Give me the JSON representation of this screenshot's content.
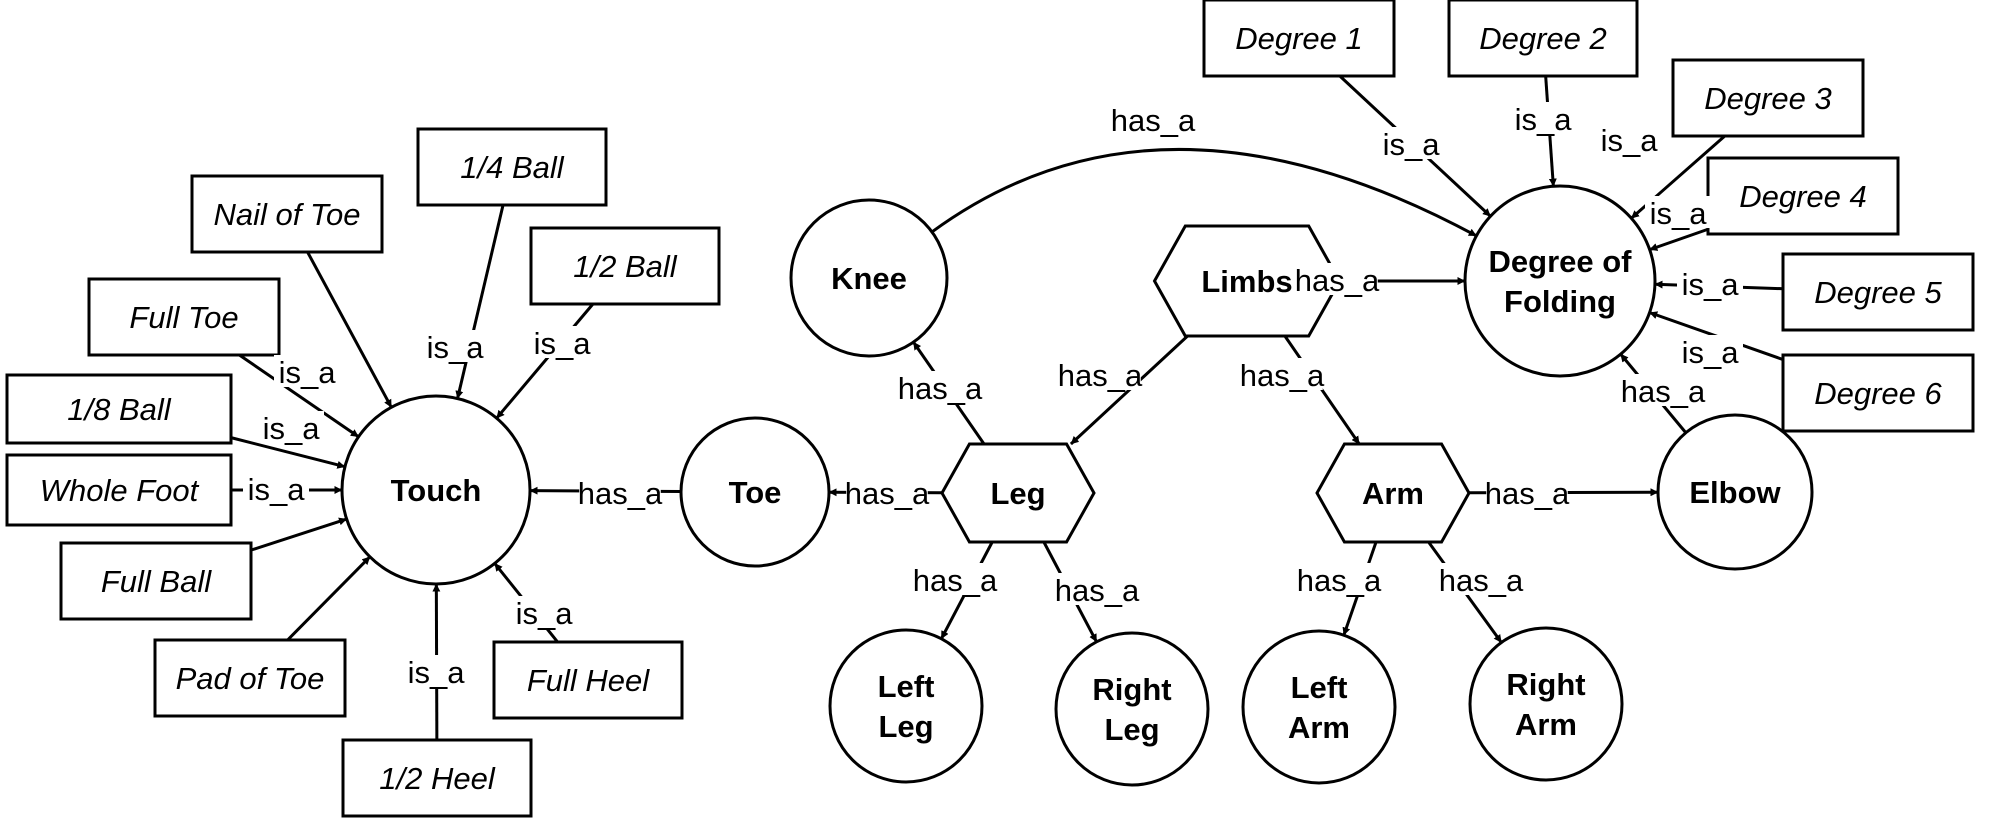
{
  "nodes": [
    {
      "id": "touch",
      "kind": "circle",
      "lines": [
        "Touch"
      ]
    },
    {
      "id": "toe",
      "kind": "circle",
      "lines": [
        "Toe"
      ]
    },
    {
      "id": "knee",
      "kind": "circle",
      "lines": [
        "Knee"
      ]
    },
    {
      "id": "leg",
      "kind": "hexagon",
      "lines": [
        "Leg"
      ]
    },
    {
      "id": "limbs",
      "kind": "hexagon",
      "lines": [
        "Limbs"
      ]
    },
    {
      "id": "arm",
      "kind": "hexagon",
      "lines": [
        "Arm"
      ]
    },
    {
      "id": "elbow",
      "kind": "circle",
      "lines": [
        "Elbow"
      ]
    },
    {
      "id": "degree_of_folding",
      "kind": "circle",
      "lines": [
        "Degree of",
        "Folding"
      ]
    },
    {
      "id": "left_leg",
      "kind": "circle",
      "lines": [
        "Left",
        "Leg"
      ]
    },
    {
      "id": "right_leg",
      "kind": "circle",
      "lines": [
        "Right",
        "Leg"
      ]
    },
    {
      "id": "left_arm",
      "kind": "circle",
      "lines": [
        "Left",
        "Arm"
      ]
    },
    {
      "id": "right_arm",
      "kind": "circle",
      "lines": [
        "Right",
        "Arm"
      ]
    },
    {
      "id": "nail_of_toe",
      "kind": "box",
      "lines": [
        "Nail of Toe"
      ]
    },
    {
      "id": "quarter_ball",
      "kind": "box",
      "lines": [
        "1/4 Ball"
      ]
    },
    {
      "id": "half_ball",
      "kind": "box",
      "lines": [
        "1/2 Ball"
      ]
    },
    {
      "id": "full_toe",
      "kind": "box",
      "lines": [
        "Full Toe"
      ]
    },
    {
      "id": "eighth_ball",
      "kind": "box",
      "lines": [
        "1/8 Ball"
      ]
    },
    {
      "id": "whole_foot",
      "kind": "box",
      "lines": [
        "Whole Foot"
      ]
    },
    {
      "id": "full_ball",
      "kind": "box",
      "lines": [
        "Full Ball"
      ]
    },
    {
      "id": "pad_of_toe",
      "kind": "box",
      "lines": [
        "Pad of Toe"
      ]
    },
    {
      "id": "full_heel",
      "kind": "box",
      "lines": [
        "Full Heel"
      ]
    },
    {
      "id": "half_heel",
      "kind": "box",
      "lines": [
        "1/2 Heel"
      ]
    },
    {
      "id": "degree_1",
      "kind": "box",
      "lines": [
        "Degree 1"
      ]
    },
    {
      "id": "degree_2",
      "kind": "box",
      "lines": [
        "Degree 2"
      ]
    },
    {
      "id": "degree_3",
      "kind": "box",
      "lines": [
        "Degree 3"
      ]
    },
    {
      "id": "degree_4",
      "kind": "box",
      "lines": [
        "Degree 4"
      ]
    },
    {
      "id": "degree_5",
      "kind": "box",
      "lines": [
        "Degree 5"
      ]
    },
    {
      "id": "degree_6",
      "kind": "box",
      "lines": [
        "Degree 6"
      ]
    }
  ],
  "edges": [
    {
      "from": "nail_of_toe",
      "to": "touch",
      "label": ""
    },
    {
      "from": "quarter_ball",
      "to": "touch",
      "label": "is_a"
    },
    {
      "from": "half_ball",
      "to": "touch",
      "label": "is_a"
    },
    {
      "from": "full_toe",
      "to": "touch",
      "label": "is_a"
    },
    {
      "from": "eighth_ball",
      "to": "touch",
      "label": "is_a"
    },
    {
      "from": "whole_foot",
      "to": "touch",
      "label": "is_a"
    },
    {
      "from": "full_ball",
      "to": "touch",
      "label": ""
    },
    {
      "from": "pad_of_toe",
      "to": "touch",
      "label": ""
    },
    {
      "from": "half_heel",
      "to": "touch",
      "label": "is_a"
    },
    {
      "from": "full_heel",
      "to": "touch",
      "label": "is_a"
    },
    {
      "from": "toe",
      "to": "touch",
      "label": "has_a"
    },
    {
      "from": "leg",
      "to": "toe",
      "label": "has_a"
    },
    {
      "from": "leg",
      "to": "knee",
      "label": "has_a"
    },
    {
      "from": "limbs",
      "to": "leg",
      "label": "has_a"
    },
    {
      "from": "limbs",
      "to": "arm",
      "label": "has_a"
    },
    {
      "from": "limbs",
      "to": "degree_of_folding",
      "label": "has_a"
    },
    {
      "from": "leg",
      "to": "left_leg",
      "label": "has_a"
    },
    {
      "from": "leg",
      "to": "right_leg",
      "label": "has_a"
    },
    {
      "from": "arm",
      "to": "left_arm",
      "label": "has_a"
    },
    {
      "from": "arm",
      "to": "right_arm",
      "label": "has_a"
    },
    {
      "from": "arm",
      "to": "elbow",
      "label": "has_a"
    },
    {
      "from": "elbow",
      "to": "degree_of_folding",
      "label": "has_a"
    },
    {
      "from": "knee",
      "to": "degree_of_folding",
      "label": "has_a"
    },
    {
      "from": "degree_1",
      "to": "degree_of_folding",
      "label": "is_a"
    },
    {
      "from": "degree_2",
      "to": "degree_of_folding",
      "label": "is_a"
    },
    {
      "from": "degree_3",
      "to": "degree_of_folding",
      "label": "is_a"
    },
    {
      "from": "degree_4",
      "to": "degree_of_folding",
      "label": "is_a"
    },
    {
      "from": "degree_5",
      "to": "degree_of_folding",
      "label": "is_a"
    },
    {
      "from": "degree_6",
      "to": "degree_of_folding",
      "label": "is_a"
    }
  ]
}
